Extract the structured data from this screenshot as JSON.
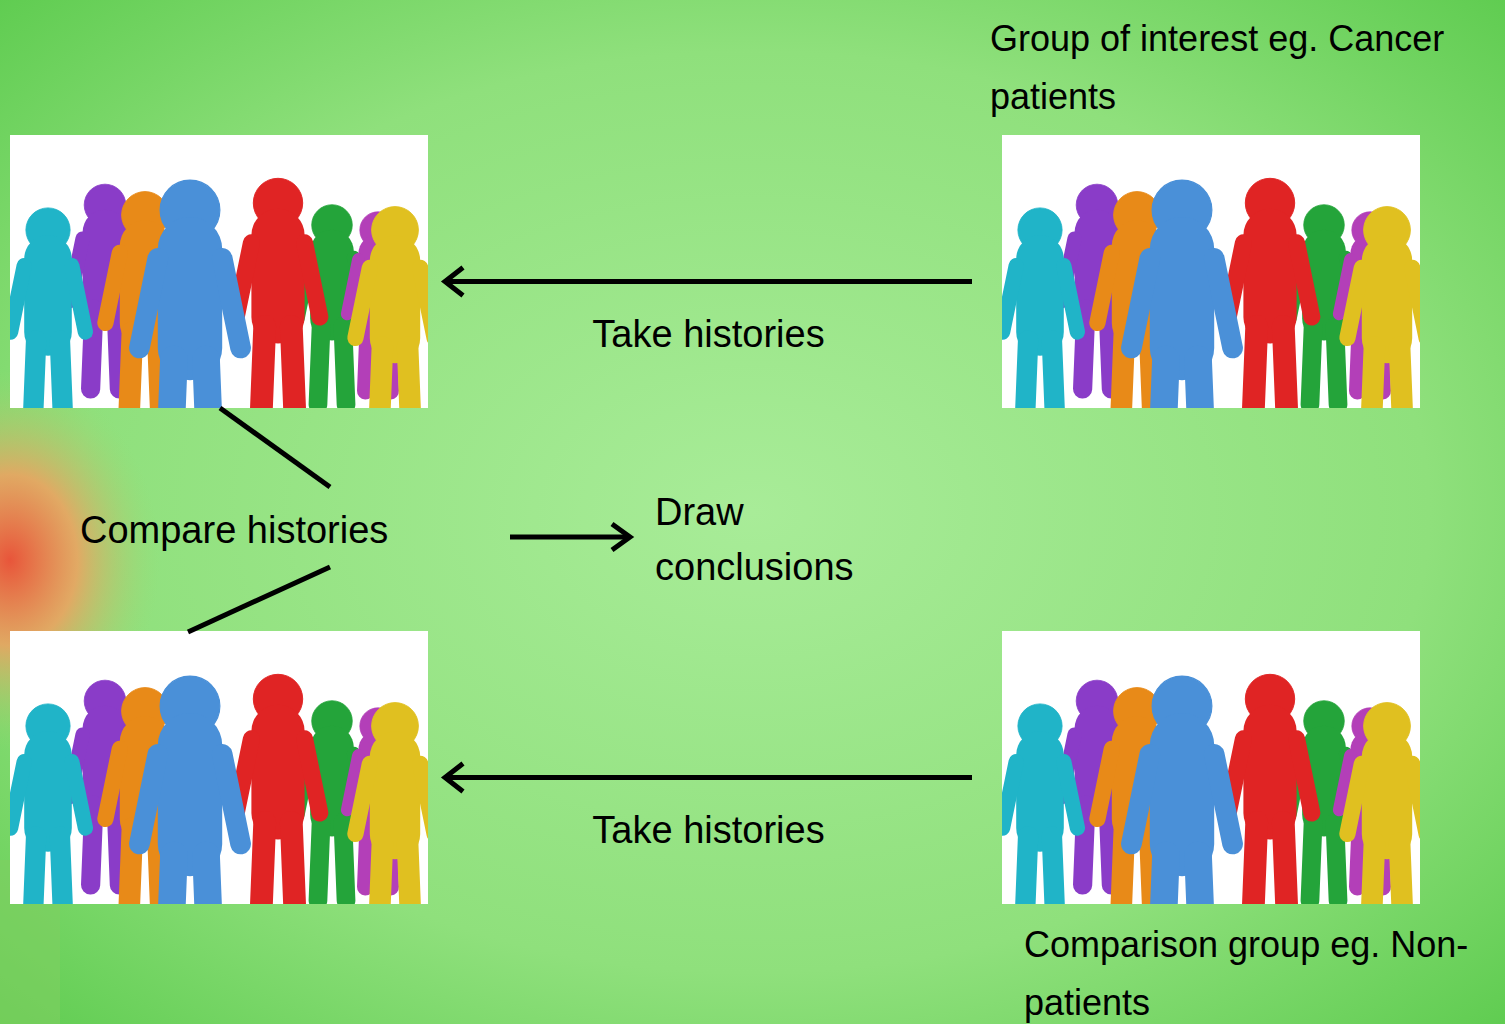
{
  "diagram": {
    "nodes": [
      {
        "text": []
      },
      {
        "text": [
          "Group of interest eg. Cancer patients"
        ]
      },
      {
        "text": []
      },
      {
        "text": [
          "Comparison group eg. Non-patients"
        ]
      }
    ],
    "edges": [
      {
        "from": 1,
        "to": 0,
        "arrow": "to",
        "label": "Take histories"
      },
      {
        "from": 3,
        "to": 2,
        "arrow": "to",
        "label": "Take histories"
      }
    ],
    "labels": [
      "Compare histories",
      "Draw conclusions"
    ]
  }
}
